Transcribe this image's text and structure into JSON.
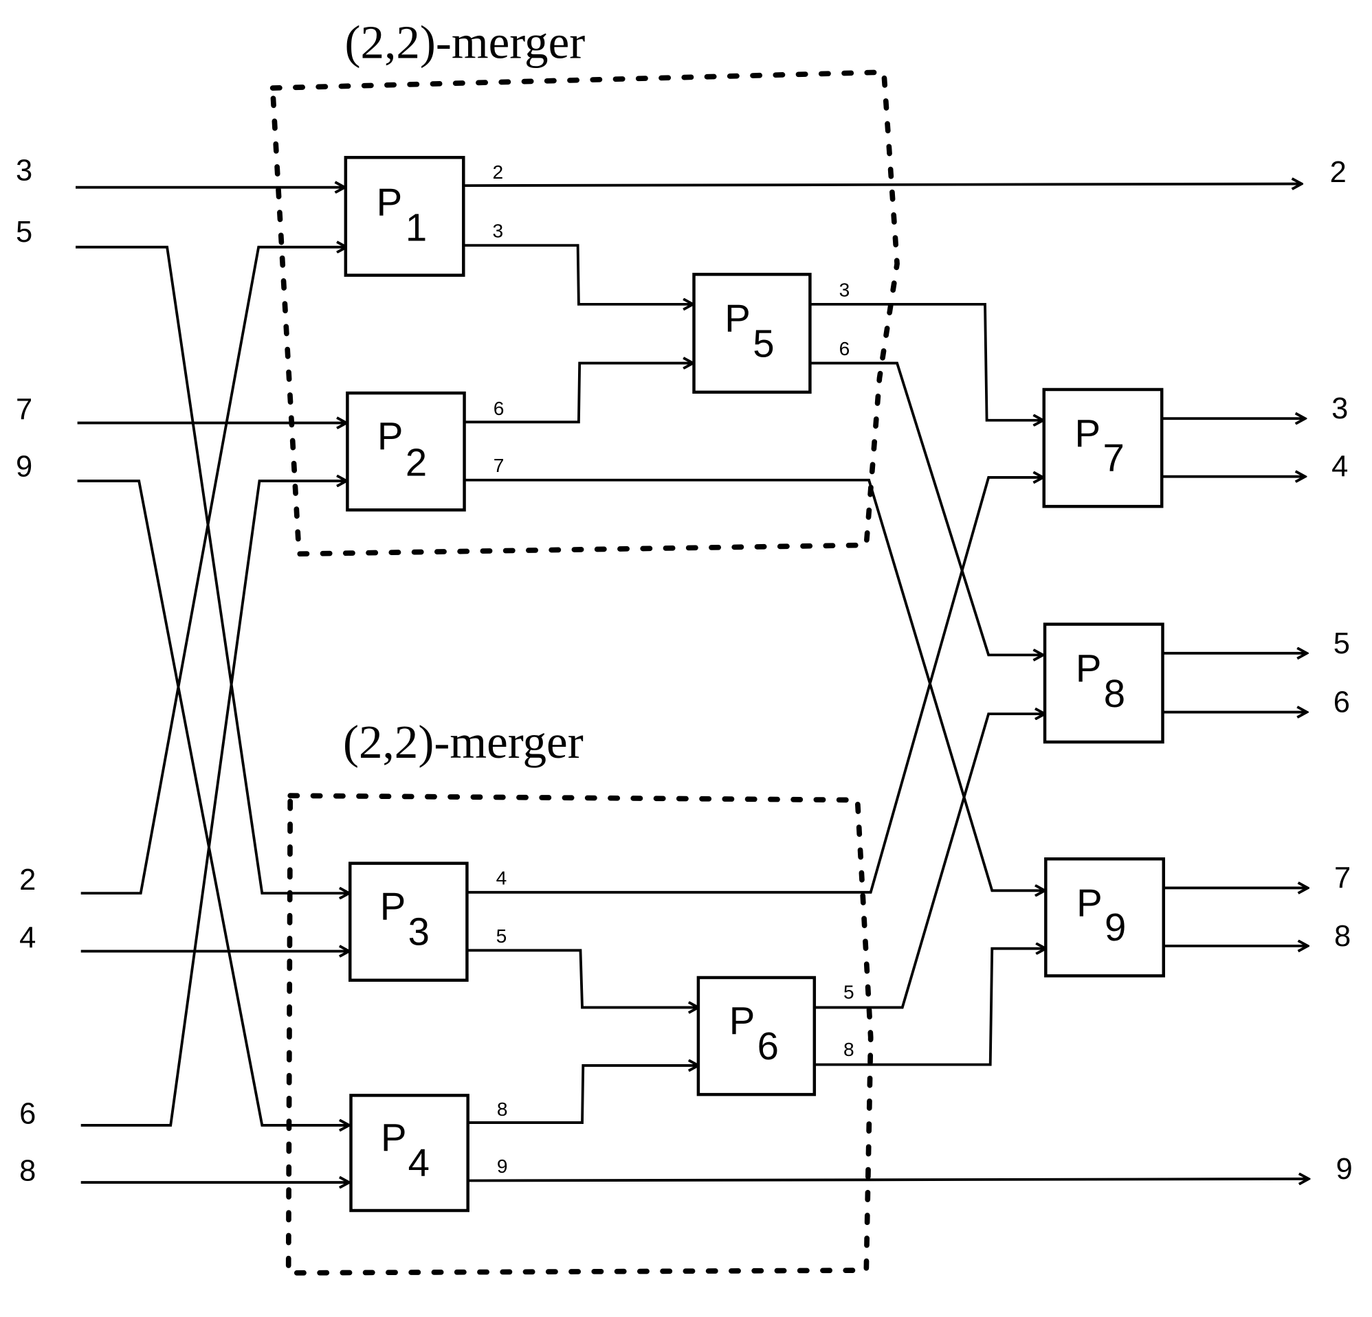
{
  "mergers": [
    {
      "label": "(2,2)-merger"
    },
    {
      "label": "(2,2)-merger"
    }
  ],
  "inputs": [
    "3",
    "5",
    "7",
    "9",
    "2",
    "4",
    "6",
    "8"
  ],
  "outputs": [
    "2",
    "3",
    "4",
    "5",
    "6",
    "7",
    "8",
    "9"
  ],
  "processors": [
    {
      "name": "P",
      "sub": "1",
      "out": [
        "2",
        "3"
      ]
    },
    {
      "name": "P",
      "sub": "2",
      "out": [
        "6",
        "7"
      ]
    },
    {
      "name": "P",
      "sub": "3",
      "out": [
        "4",
        "5"
      ]
    },
    {
      "name": "P",
      "sub": "4",
      "out": [
        "8",
        "9"
      ]
    },
    {
      "name": "P",
      "sub": "5",
      "out": [
        "3",
        "6"
      ]
    },
    {
      "name": "P",
      "sub": "6",
      "out": [
        "5",
        "8"
      ]
    },
    {
      "name": "P",
      "sub": "7"
    },
    {
      "name": "P",
      "sub": "8"
    },
    {
      "name": "P",
      "sub": "9"
    }
  ]
}
